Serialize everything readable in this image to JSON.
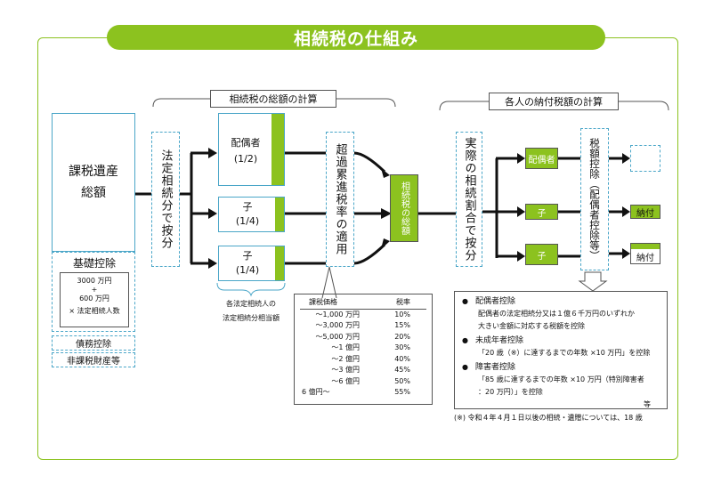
{
  "title": "相続税の仕組み",
  "sections": {
    "left_heading": "相続税の総額の計算",
    "right_heading": "各人の納付税額の計算"
  },
  "estate": {
    "line1": "課税遺産",
    "line2": "総額",
    "basic_deduction": "基礎控除",
    "amount1": "3000 万円",
    "plus": "+",
    "amount2": "600 万円",
    "multiplier": "× 法定相続人数",
    "debt": "債務控除",
    "nontaxable": "非課税財産等"
  },
  "statutory_split": "法定相続分で按分",
  "heirs": [
    {
      "name": "配偶者",
      "share": "(1/2)"
    },
    {
      "name": "子",
      "share": "(1/4)"
    },
    {
      "name": "子",
      "share": "(1/4)"
    }
  ],
  "heir_note_line1": "各法定相続人の",
  "heir_note_line2": "法定相続分相当額",
  "progressive_rate": "超過累進税率の適用",
  "total_tax": "相続税の総額",
  "actual_split": "実際の相続割合で按分",
  "persons": [
    "配偶者",
    "子",
    "子"
  ],
  "tax_credit": "税額控除（配偶者控除等）",
  "payments": [
    "",
    "納付",
    "納付"
  ],
  "rate_table": {
    "header_price": "課税価格",
    "header_rate": "税率",
    "rows": [
      {
        "price": "～1,000 万円",
        "rate": "10%"
      },
      {
        "price": "～3,000 万円",
        "rate": "15%"
      },
      {
        "price": "～5,000 万円",
        "rate": "20%"
      },
      {
        "price": "～1 億円",
        "rate": "30%"
      },
      {
        "price": "～2 億円",
        "rate": "40%"
      },
      {
        "price": "～3 億円",
        "rate": "45%"
      },
      {
        "price": "～6 億円",
        "rate": "50%"
      },
      {
        "price": "6 億円～",
        "rate": "55%"
      }
    ]
  },
  "deductions": {
    "spouse_title": "配偶者控除",
    "spouse_desc1": "配偶者の法定相続分又は１億６千万円のいずれか",
    "spouse_desc2": "大きい金額に対応する税額を控除",
    "minor_title": "未成年者控除",
    "minor_desc": "「20 歳（※）に達するまでの年数 ×10 万円」を控除",
    "disabled_title": "障害者控除",
    "disabled_desc1": "「85 歳に達するまでの年数 ×10 万円（特別障害者",
    "disabled_desc2": "：20 万円）」を控除",
    "etc": "等"
  },
  "footnote": "(※) 令和４年４月１日以後の相続・遺贈については、18 歳",
  "colors": {
    "accent": "#8cc21f",
    "frame": "#8cc21f",
    "dash": "#4aa6c8"
  }
}
